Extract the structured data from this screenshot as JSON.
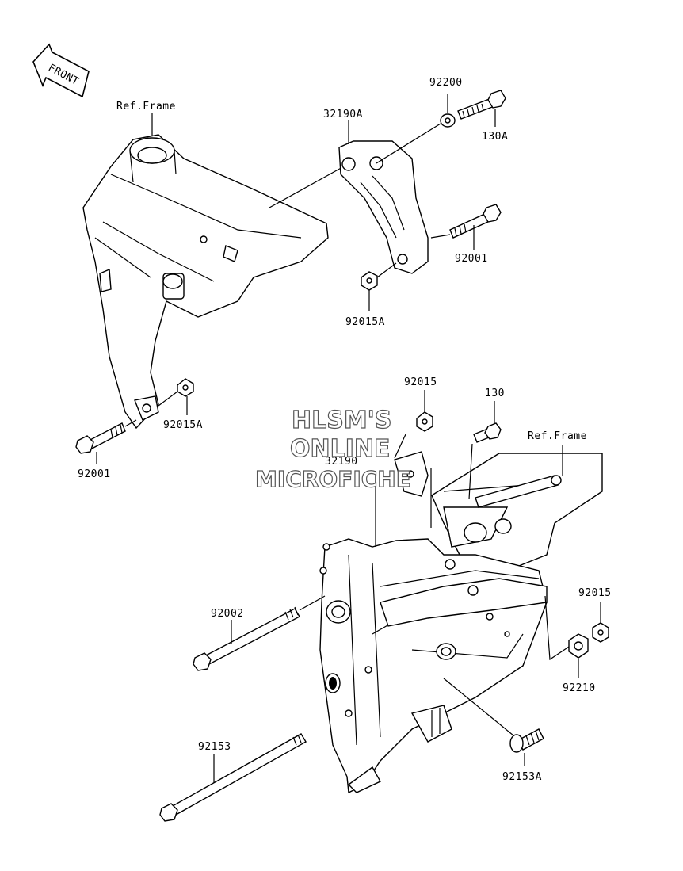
{
  "front_arrow": {
    "text": "FRONT"
  },
  "refs": {
    "frame_top": "Ref.Frame",
    "frame_bottom": "Ref.Frame"
  },
  "parts": {
    "p92200": "92200",
    "p130A": "130A",
    "p32190A": "32190A",
    "p92001_right": "92001",
    "p92015A_upper": "92015A",
    "p92015A_left": "92015A",
    "p92001_left": "92001",
    "p92015_top": "92015",
    "p130": "130",
    "p32190": "32190",
    "p92002": "92002",
    "p92015_right": "92015",
    "p92210": "92210",
    "p92153": "92153",
    "p92153A": "92153A"
  },
  "watermark": {
    "line1": "HLSM'S",
    "line2": "ONLINE",
    "line3": "MICROFICHE"
  }
}
